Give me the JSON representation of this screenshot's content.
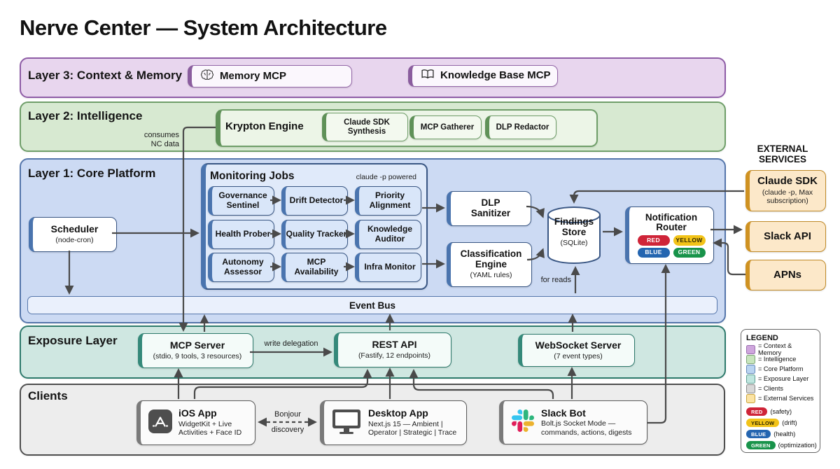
{
  "title": "Nerve Center — System Architecture",
  "layer3": {
    "label": "Layer 3: Context & Memory",
    "memory_mcp": "Memory MCP",
    "knowledge_mcp": "Knowledge Base MCP"
  },
  "layer2": {
    "label": "Layer 2: Intelligence",
    "note1": "consumes",
    "note2": "NC data",
    "engine": "Krypton Engine",
    "modules": [
      "Claude SDK Synthesis",
      "MCP Gatherer",
      "DLP Redactor"
    ]
  },
  "layer1": {
    "label": "Layer 1: Core Platform",
    "scheduler_title": "Scheduler",
    "scheduler_sub": "(node-cron)",
    "monitoring_title": "Monitoring Jobs",
    "monitoring_note": "claude -p powered",
    "jobs": [
      "Governance Sentinel",
      "Drift Detector",
      "Priority Alignment",
      "Health Prober",
      "Quality Tracker",
      "Knowledge Auditor",
      "Autonomy Assessor",
      "MCP Availability",
      "Infra Monitor"
    ],
    "dlp1": "DLP",
    "dlp2": "Sanitizer",
    "cls1": "Classification",
    "cls2": "Engine",
    "cls_sub": "(YAML rules)",
    "fs1": "Findings",
    "fs2": "Store",
    "fs_sub": "(SQLite)",
    "router1": "Notification",
    "router2": "Router",
    "badges": [
      "RED",
      "YELLOW",
      "BLUE",
      "GREEN"
    ],
    "event_bus": "Event Bus",
    "for_reads": "for reads"
  },
  "exposure": {
    "label": "Exposure Layer",
    "mcp_title": "MCP Server",
    "mcp_sub": "(stdio, 9 tools, 3 resources)",
    "rest_title": "REST API",
    "rest_sub": "(Fastify, 12 endpoints)",
    "ws_title": "WebSocket Server",
    "ws_sub": "(7 event types)",
    "write_delegation": "write delegation"
  },
  "clients": {
    "label": "Clients",
    "ios_title": "iOS App",
    "ios_sub1": "WidgetKit + Live",
    "ios_sub2": "Activities + Face ID",
    "desktop_title": "Desktop App",
    "desktop_sub1": "Next.js 15 — Ambient |",
    "desktop_sub2": "Operator | Strategic | Trace",
    "slack_title": "Slack Bot",
    "slack_sub1": "Bolt.js Socket Mode —",
    "slack_sub2": "commands, actions, digests",
    "bonjour1": "Bonjour",
    "bonjour2": "discovery"
  },
  "external": {
    "heading1": "EXTERNAL",
    "heading2": "SERVICES",
    "claude_title": "Claude SDK",
    "claude_sub": "(claude -p, Max subscription)",
    "slack_api": "Slack API",
    "apns": "APNs"
  },
  "legend": {
    "title": "LEGEND",
    "swatches": [
      {
        "label": "= Context & Memory",
        "color": "#cfa6dd"
      },
      {
        "label": "= Intelligence",
        "color": "#c8e5bd"
      },
      {
        "label": "= Core Platform",
        "color": "#b9d4f1"
      },
      {
        "label": "= Exposure Layer",
        "color": "#bfe6df"
      },
      {
        "label": "= Clients",
        "color": "#d8d8d8"
      },
      {
        "label": "= External Services",
        "color": "#fbe3a3"
      }
    ],
    "pills": [
      {
        "label": "RED",
        "desc": "(safety)"
      },
      {
        "label": "YELLOW",
        "desc": "(drift)"
      },
      {
        "label": "BLUE",
        "desc": "(health)"
      },
      {
        "label": "GREEN",
        "desc": "(optimization)"
      }
    ]
  },
  "colors": {
    "band_context": "#e8d6ee",
    "band_intelligence": "#d7e9d1",
    "band_core": "#ccdaf3",
    "band_exposure": "#cfe7e1",
    "band_clients": "#ededed",
    "external_fill": "#fce8c9",
    "badge_red": "#cf2438",
    "badge_yellow": "#f2c318",
    "badge_blue": "#2465b0",
    "badge_green": "#18934a",
    "arrow": "#4a4a4a",
    "slack_blue": "#36C5F0",
    "slack_green": "#2EB67D",
    "slack_red": "#E01E5A",
    "slack_yellow": "#ECB22E"
  }
}
